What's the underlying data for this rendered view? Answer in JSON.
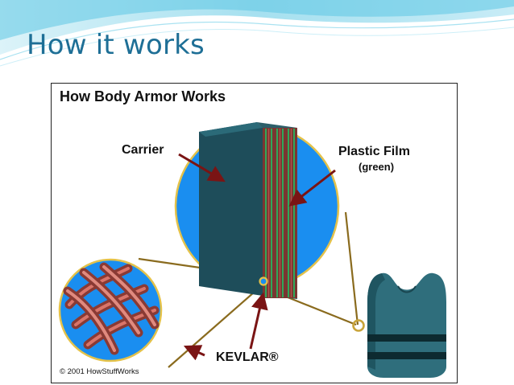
{
  "slide": {
    "title": "How it works"
  },
  "figure": {
    "title": "How Body Armor Works",
    "labels": {
      "carrier": "Carrier",
      "plastic_film": "Plastic Film",
      "plastic_film_note": "(green)",
      "kevlar": "KEVLAR®"
    },
    "copyright": "© 2001 HowStuffWorks"
  },
  "colors": {
    "title_text": "#1e6f96",
    "header_wave": "#5cc7e3",
    "circle_blue": "#1a8ef0",
    "carrier_panel": "#1e4d5a",
    "kevlar_layers": "#8a3a34",
    "plastic_film": "#2fa85a",
    "callout_line": "#8a6b1e",
    "arrow": "#7a1414",
    "vest": "#2f6e7c"
  }
}
